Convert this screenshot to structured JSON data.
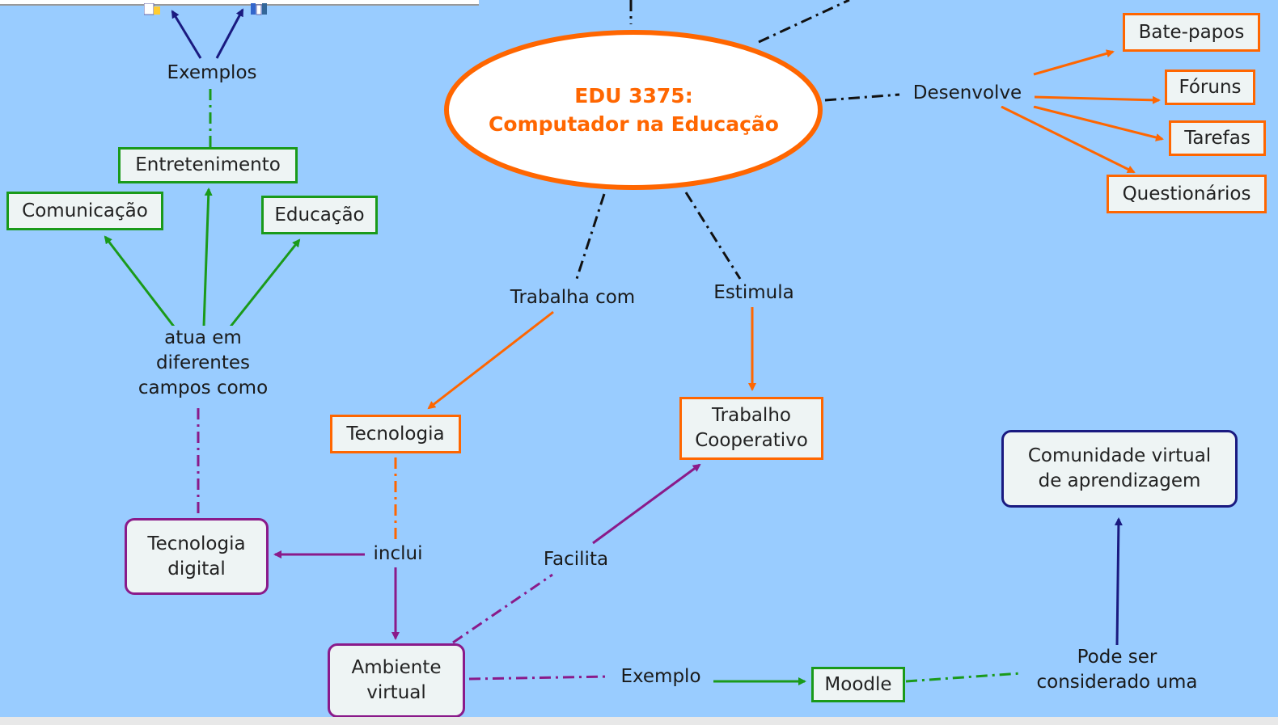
{
  "colors": {
    "background": "#99ccff",
    "orange": "#ff6600",
    "green": "#1a9a1a",
    "purple": "#8a1a8a",
    "navy": "#1a1a80",
    "node_fill": "#eef4f4"
  },
  "center": {
    "line1": "EDU 3375:",
    "line2": "Computador na Educação"
  },
  "nodes": {
    "bate_papos": "Bate-papos",
    "foruns": "Fóruns",
    "tarefas": "Tarefas",
    "questionarios": "Questionários",
    "entretenimento": "Entretenimento",
    "comunicacao": "Comunicação",
    "educacao": "Educação",
    "tecnologia": "Tecnologia",
    "trabalho_cooperativo": "Trabalho\nCooperativo",
    "tecnologia_digital": "Tecnologia\ndigital",
    "ambiente_virtual": "Ambiente\nvirtual",
    "moodle": "Moodle",
    "comunidade_virtual": "Comunidade virtual\nde aprendizagem"
  },
  "links": {
    "exemplos": "Exemplos",
    "desenvolve": "Desenvolve",
    "atua_em": "atua em\ndiferentes\ncampos como",
    "trabalha_com": "Trabalha com",
    "estimula": "Estimula",
    "inclui": "inclui",
    "facilita": "Facilita",
    "exemplo": "Exemplo",
    "pode_ser": "Pode ser\nconsiderado uma"
  },
  "icons": [
    "resource-icon",
    "resource-icon"
  ]
}
